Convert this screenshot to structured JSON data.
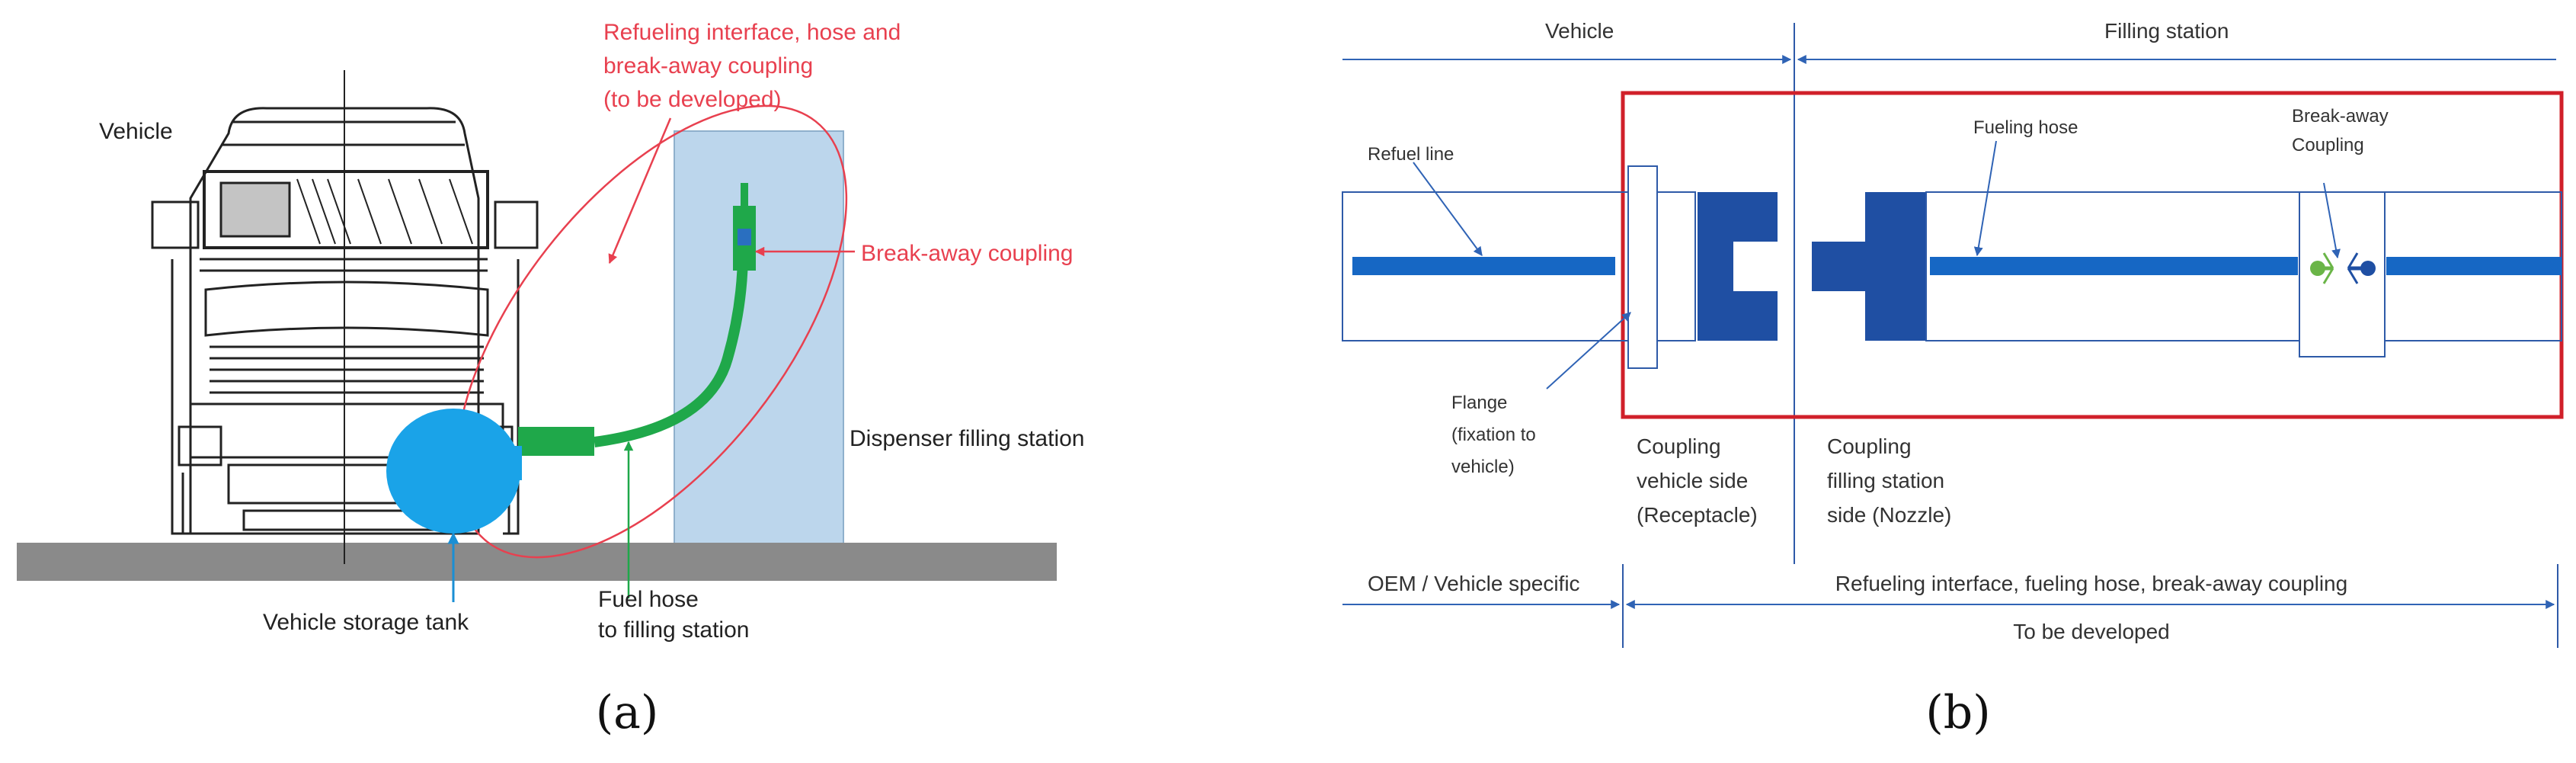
{
  "panel_a": {
    "caption": "(a)",
    "vehicle_label": "Vehicle",
    "interface_label": [
      "Refueling interface, hose and",
      "break-away coupling",
      "(to be developed)"
    ],
    "breakaway_label": "Break-away coupling",
    "dispenser_label": "Dispenser filling station",
    "tank_label": "Vehicle storage tank",
    "hose_label": [
      "Fuel hose",
      "to filling station"
    ],
    "colors": {
      "red": "#e8404f",
      "green": "#1fa84a",
      "tank": "#1aa3e8",
      "dispenser": "#bcd6ec",
      "ground": "#8a8a8a",
      "pointer": "#1a8fd4"
    }
  },
  "panel_b": {
    "caption": "(b)",
    "vehicle_header": "Vehicle",
    "station_header": "Filling station",
    "refuel_line": "Refuel line",
    "fueling_hose": "Fueling hose",
    "breakaway": [
      "Break-away",
      "Coupling"
    ],
    "flange": [
      "Flange",
      "(fixation to",
      "vehicle)"
    ],
    "coupling_vehicle": [
      "Coupling",
      "vehicle side",
      "(Receptacle)"
    ],
    "coupling_station": [
      "Coupling",
      "filling station",
      "side (Nozzle)"
    ],
    "oem_label": "OEM / Vehicle specific",
    "interface_label": "Refueling interface, fueling hose, break-away coupling",
    "develop_label": "To be developed",
    "colors": {
      "line": "#2e5aa8",
      "blue": "#1667c4",
      "dark_blue": "#1f4fa3",
      "frame": "#d0202a",
      "green": "#6ab547",
      "arrow": "#2f63b5"
    }
  }
}
